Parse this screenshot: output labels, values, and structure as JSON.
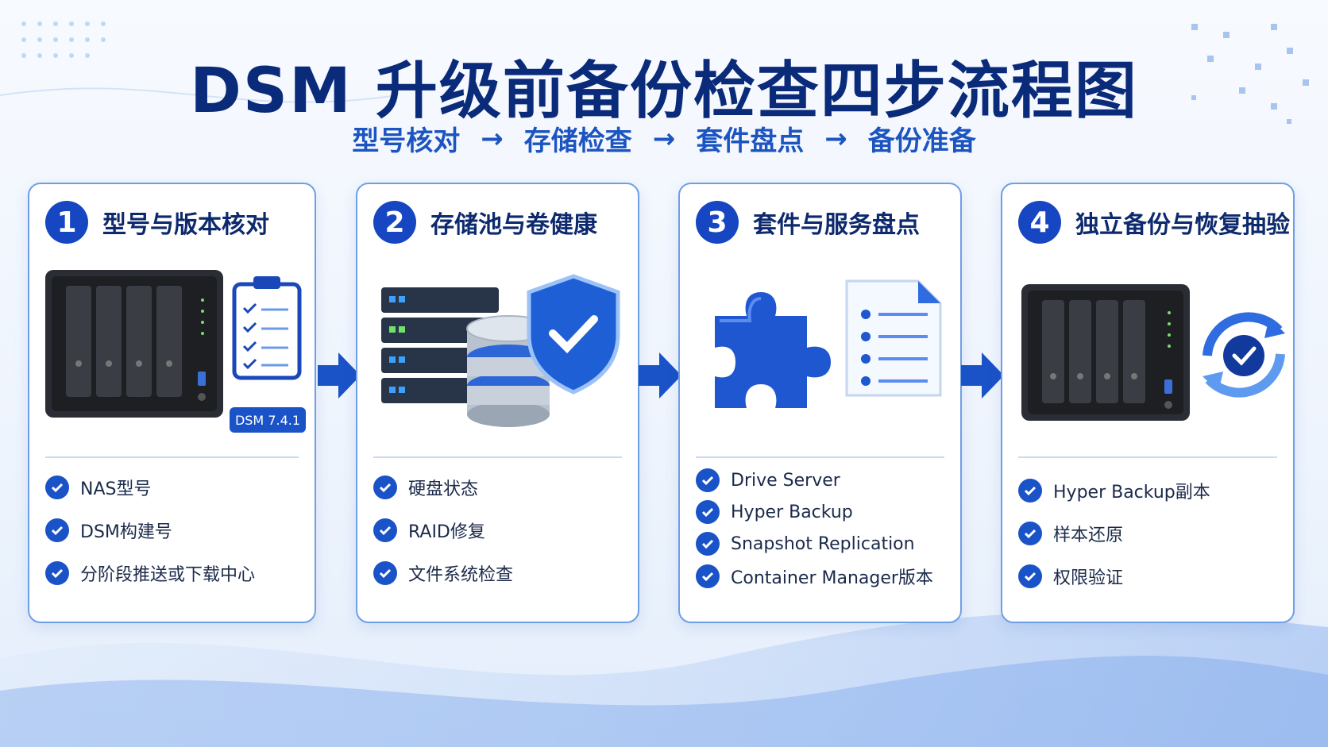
{
  "title": "DSM 升级前备份检查四步流程图",
  "flow": [
    "型号核对",
    "存储检查",
    "套件盘点",
    "备份准备"
  ],
  "flow_arrow": "→",
  "steps": [
    {
      "number": "1",
      "title": "型号与版本核对",
      "badge": "DSM 7.4.1",
      "items": [
        "NAS型号",
        "DSM构建号",
        "分阶段推送或下载中心"
      ]
    },
    {
      "number": "2",
      "title": "存储池与卷健康",
      "items": [
        "硬盘状态",
        "RAID修复",
        "文件系统检查"
      ]
    },
    {
      "number": "3",
      "title": "套件与服务盘点",
      "items": [
        "Drive Server",
        "Hyper Backup",
        "Snapshot Replication",
        "Container Manager版本"
      ]
    },
    {
      "number": "4",
      "title": "独立备份与恢复抽验",
      "items": [
        "Hyper Backup副本",
        "样本还原",
        "权限验证"
      ]
    }
  ],
  "icons": {
    "step1": [
      "nas-device-icon",
      "clipboard-checklist-icon"
    ],
    "step2": [
      "server-rack-icon",
      "database-icon",
      "shield-check-icon"
    ],
    "step3": [
      "puzzle-piece-icon",
      "document-list-icon"
    ],
    "step4": [
      "nas-device-icon",
      "sync-check-icon"
    ]
  },
  "colors": {
    "primary": "#1646c2",
    "title": "#0a2a7a",
    "accent": "#1c54c0",
    "border": "#6f9ee8"
  }
}
